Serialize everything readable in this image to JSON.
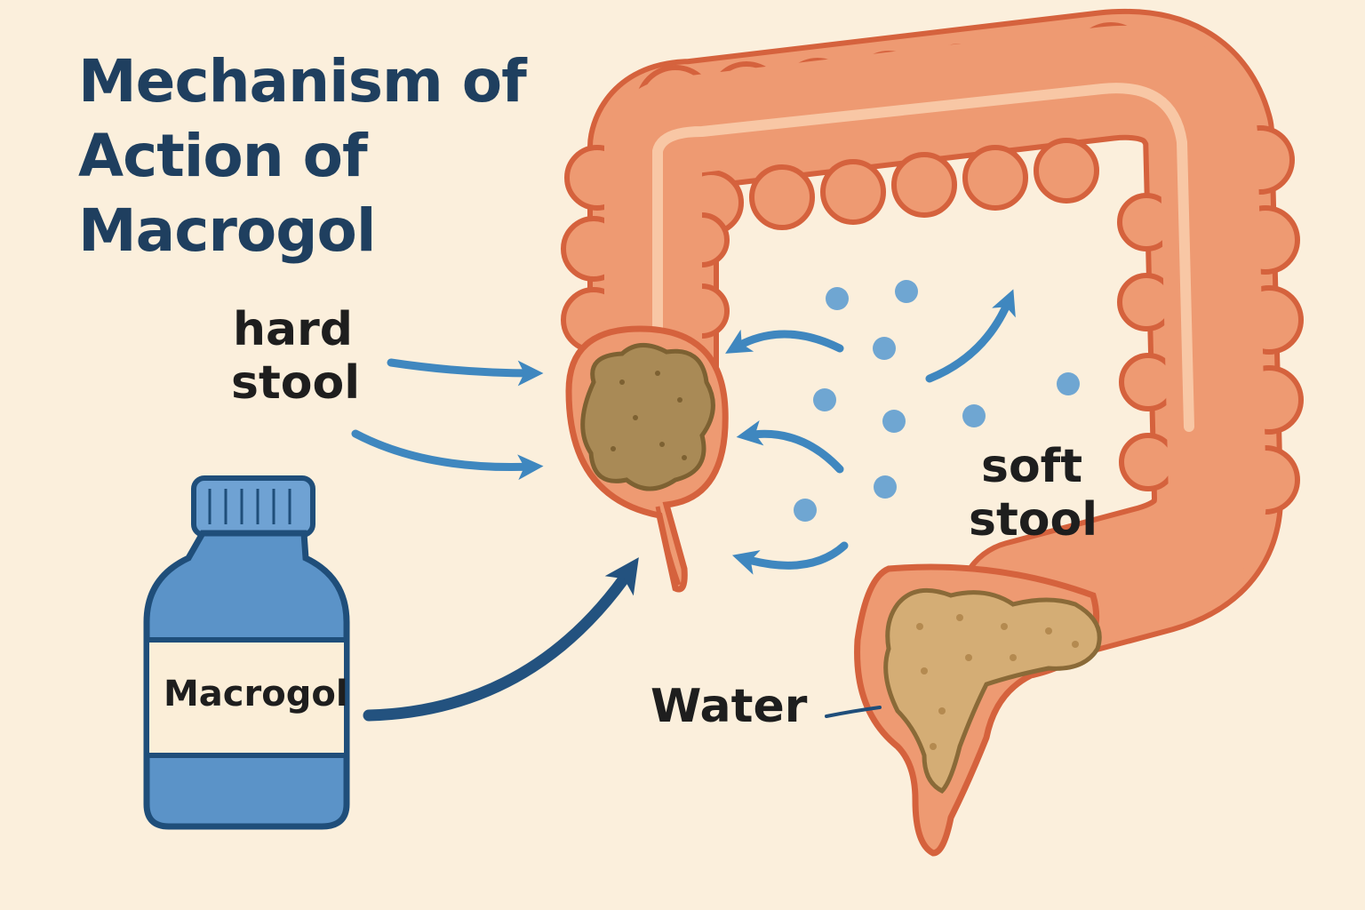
{
  "title": {
    "line1": "Mechanism of",
    "line2": "Action of",
    "line3": "Macrogol"
  },
  "labels": {
    "hard_stool_line1": "hard",
    "hard_stool_line2": "stool",
    "soft_stool_line1": "soft",
    "soft_stool_line2": "stool",
    "water": "Water",
    "bottle": "Macrogol"
  },
  "colors": {
    "background": "#fbefdc",
    "colon_fill": "#ee9a72",
    "colon_outline": "#d5623d",
    "colon_highlight": "#f8c7a5",
    "hard_stool": "#a98a56",
    "soft_stool": "#d4ad75",
    "arrow": "#3f87bf",
    "arrow_dark": "#23527f",
    "water_droplet": "#6fa6d2",
    "bottle": "#5b93c8",
    "bottle_outline": "#1f4e7a",
    "title": "#1f3f5f"
  },
  "icons": {
    "bottle": "medicine-bottle-icon",
    "droplet": "water-droplet-icon",
    "arrow": "flow-arrow-icon"
  }
}
